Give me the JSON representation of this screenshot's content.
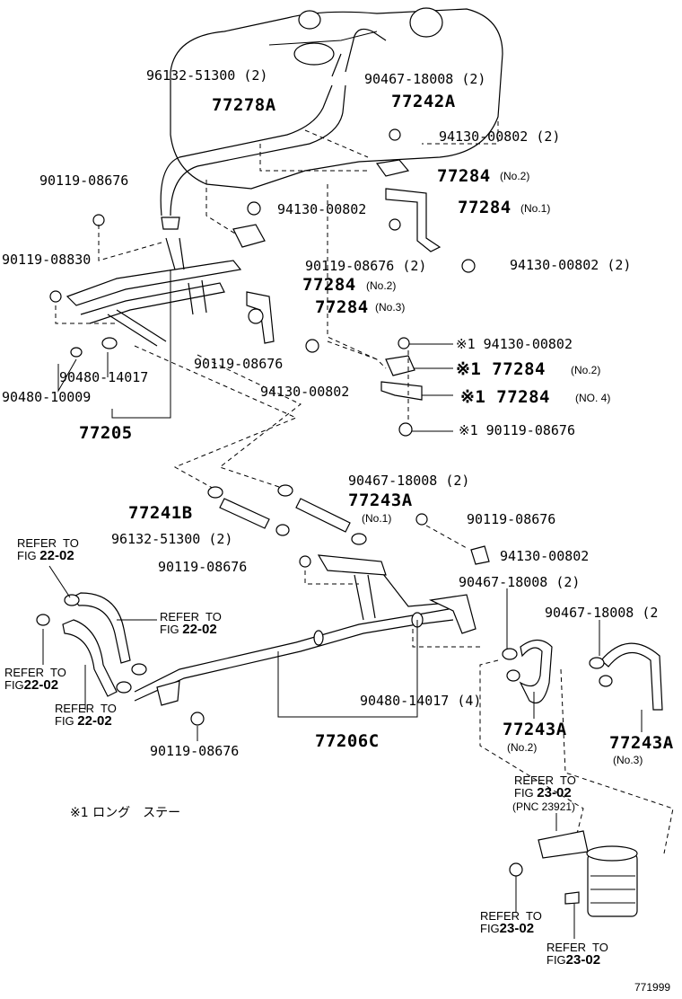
{
  "labels": {
    "l01": "96132-51300 (2)",
    "l02": "90467-18008 (2)",
    "l03": "77278A",
    "l04": "77242A",
    "l05": "94130-00802 (2)",
    "l06": "77284",
    "l06s": "(No.2)",
    "l07": "90119-08676",
    "l08": "94130-00802",
    "l09": "77284",
    "l09s": "(No.1)",
    "l10": "90119-08830",
    "l11": "90119-08676 (2)",
    "l12": "94130-00802 (2)",
    "l13": "77284",
    "l13s": "(No.2)",
    "l14": "77284",
    "l14s": "(No.3)",
    "l15": "※1 94130-00802",
    "l16": "90480-14017",
    "l17": "90119-08676",
    "l18": "※1 77284",
    "l18s": "(No.2)",
    "l19": "90480-10009",
    "l20": "94130-00802",
    "l21": "※1 77284",
    "l21s": "(NO. 4)",
    "l22": "※1 90119-08676",
    "l23": "77205",
    "l24": "90467-18008 (2)",
    "l25": "77241B",
    "l26": "77243A",
    "l26s": "(No.1)",
    "l27": "90119-08676",
    "l28": "96132-51300 (2)",
    "l29": "94130-00802",
    "l30": "90119-08676",
    "l31": "90467-18008 (2)",
    "l32": "90467-18008 (2",
    "l33": "90480-14017 (4)",
    "l34": "77243A",
    "l34s": "(No.2)",
    "l35": "77243A",
    "l35s": "(No.3)",
    "l36": "90119-08676",
    "l37": "77206C",
    "note": "※1 ロング　ステー",
    "pnc": "(PNC 23921)",
    "drawing_no": "771999"
  },
  "refs": {
    "r1": {
      "a": "REFER  TO",
      "b": "FIG",
      "c": "22-02"
    },
    "r2": {
      "a": "REFER  TO",
      "b": "FIG",
      "c": "22-02"
    },
    "r3": {
      "a": "REFER  TO",
      "b": "FIG",
      "c": "22-02"
    },
    "r4": {
      "a": "REFER  TO",
      "b": "FIG",
      "c": "22-02"
    },
    "r5": {
      "a": "REFER  TO",
      "b": "FIG",
      "c": "23-02"
    },
    "r6": {
      "a": "REFER  TO",
      "b": "FIG",
      "c": "23-02"
    },
    "r7": {
      "a": "REFER  TO",
      "b": "FIG",
      "c": "23-02"
    }
  }
}
